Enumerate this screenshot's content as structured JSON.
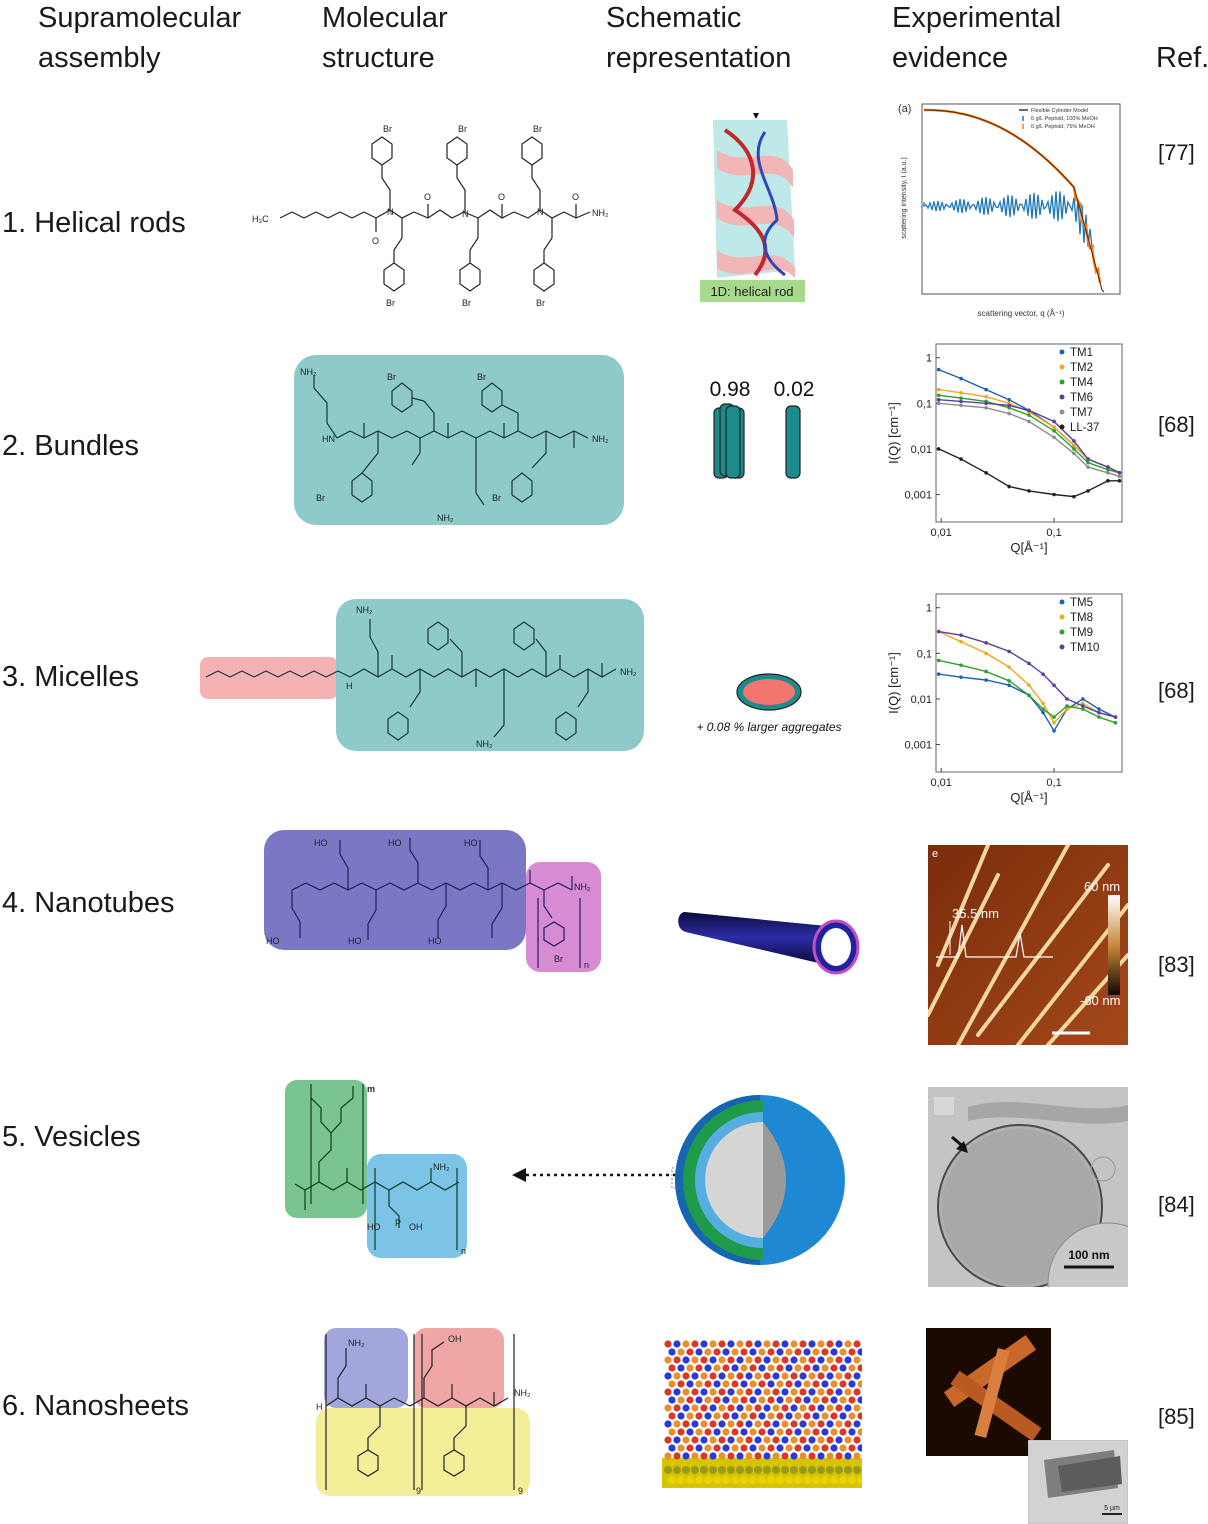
{
  "headers": {
    "assembly": [
      "Supramolecular",
      "assembly"
    ],
    "molecular": [
      "Molecular",
      "structure"
    ],
    "schematic": [
      "Schematic",
      "representation"
    ],
    "evidence": [
      "Experimental",
      "evidence"
    ],
    "ref": "Ref."
  },
  "rows": [
    {
      "label": "1. Helical rods",
      "ref": "[77]"
    },
    {
      "label": "2. Bundles",
      "ref": "[68]"
    },
    {
      "label": "3. Micelles",
      "ref": "[68]"
    },
    {
      "label": "4. Nanotubes",
      "ref": "[83]"
    },
    {
      "label": "5. Vesicles",
      "ref": "[84]"
    },
    {
      "label": "6. Nanosheets",
      "ref": "[85]"
    }
  ],
  "row1": {
    "schematic_caption": "1D: helical rod",
    "plot_tag": "(a)",
    "plot_ylabel": "scattering intensity, I (a.u.)",
    "plot_xlabel": "scattering vector, q (Å⁻¹)",
    "legend": [
      "Flexible Cylinder Model",
      "6 g/L Peptoid, 100% MeOH",
      "6 g/L Peptoid, 75% MeOH"
    ],
    "colors": {
      "model": "#5a2a12",
      "meoh100": "#1f77b4",
      "meoh75": "#ff7f0e"
    }
  },
  "row2": {
    "fraction_bundle": "0.98",
    "fraction_single": "0.02",
    "chart_data": {
      "type": "scatter",
      "xlabel": "Q[Å⁻¹]",
      "ylabel": "I(Q) [cm⁻¹]",
      "xticks": [
        "0,01",
        "0,1"
      ],
      "yticks": [
        "1",
        "0,1",
        "0,01",
        "0,001"
      ],
      "xscale": "log",
      "yscale": "log",
      "xlim": [
        0.009,
        0.4
      ],
      "ylim": [
        0.00025,
        2
      ],
      "series": [
        {
          "name": "TM1",
          "color": "#1f5fb4",
          "x": [
            0.0095,
            0.015,
            0.025,
            0.04,
            0.06,
            0.1,
            0.15,
            0.2,
            0.3,
            0.38
          ],
          "y": [
            0.55,
            0.35,
            0.2,
            0.12,
            0.07,
            0.03,
            0.012,
            0.006,
            0.004,
            0.003
          ]
        },
        {
          "name": "TM2",
          "color": "#f2a81d",
          "x": [
            0.0095,
            0.015,
            0.025,
            0.04,
            0.06,
            0.1,
            0.15,
            0.2,
            0.3,
            0.38
          ],
          "y": [
            0.2,
            0.17,
            0.14,
            0.1,
            0.065,
            0.03,
            0.012,
            0.006,
            0.004,
            0.003
          ]
        },
        {
          "name": "TM4",
          "color": "#2ca02c",
          "x": [
            0.0095,
            0.015,
            0.025,
            0.04,
            0.06,
            0.1,
            0.15,
            0.2,
            0.3,
            0.38
          ],
          "y": [
            0.15,
            0.13,
            0.11,
            0.08,
            0.055,
            0.025,
            0.01,
            0.005,
            0.0035,
            0.003
          ]
        },
        {
          "name": "TM6",
          "color": "#5a3f9e",
          "x": [
            0.0095,
            0.015,
            0.025,
            0.04,
            0.06,
            0.1,
            0.15,
            0.2,
            0.3,
            0.38
          ],
          "y": [
            0.12,
            0.11,
            0.1,
            0.09,
            0.07,
            0.04,
            0.015,
            0.006,
            0.004,
            0.003
          ]
        },
        {
          "name": "TM7",
          "color": "#8c8c8c",
          "x": [
            0.0095,
            0.015,
            0.025,
            0.04,
            0.06,
            0.1,
            0.15,
            0.2,
            0.3,
            0.38
          ],
          "y": [
            0.1,
            0.09,
            0.08,
            0.06,
            0.04,
            0.018,
            0.008,
            0.004,
            0.003,
            0.0025
          ]
        },
        {
          "name": "LL-37",
          "color": "#222222",
          "x": [
            0.0095,
            0.015,
            0.025,
            0.04,
            0.06,
            0.1,
            0.15,
            0.2,
            0.3,
            0.38
          ],
          "y": [
            0.01,
            0.006,
            0.003,
            0.0015,
            0.0012,
            0.001,
            0.0009,
            0.0012,
            0.002,
            0.002
          ]
        }
      ]
    }
  },
  "row3": {
    "aggregate_note": "+ 0.08 % larger aggregates",
    "chart_data": {
      "type": "scatter",
      "xlabel": "Q[Å⁻¹]",
      "ylabel": "I(Q) [cm⁻¹]",
      "xticks": [
        "0,01",
        "0,1"
      ],
      "yticks": [
        "1",
        "0,1",
        "0,01",
        "0,001"
      ],
      "xscale": "log",
      "yscale": "log",
      "xlim": [
        0.009,
        0.4
      ],
      "ylim": [
        0.00025,
        2
      ],
      "series": [
        {
          "name": "TM5",
          "color": "#1f5fb4",
          "x": [
            0.0095,
            0.015,
            0.025,
            0.04,
            0.06,
            0.08,
            0.1,
            0.13,
            0.18,
            0.25,
            0.35
          ],
          "y": [
            0.035,
            0.03,
            0.026,
            0.02,
            0.012,
            0.005,
            0.002,
            0.006,
            0.01,
            0.006,
            0.004
          ]
        },
        {
          "name": "TM8",
          "color": "#f2a81d",
          "x": [
            0.0095,
            0.015,
            0.025,
            0.04,
            0.06,
            0.08,
            0.1,
            0.13,
            0.18,
            0.25,
            0.35
          ],
          "y": [
            0.3,
            0.18,
            0.1,
            0.05,
            0.02,
            0.008,
            0.003,
            0.006,
            0.008,
            0.005,
            0.004
          ]
        },
        {
          "name": "TM9",
          "color": "#2ca02c",
          "x": [
            0.0095,
            0.015,
            0.025,
            0.04,
            0.06,
            0.08,
            0.1,
            0.13,
            0.18,
            0.25,
            0.35
          ],
          "y": [
            0.07,
            0.055,
            0.04,
            0.025,
            0.012,
            0.006,
            0.004,
            0.007,
            0.006,
            0.004,
            0.003
          ]
        },
        {
          "name": "TM10",
          "color": "#5a3f9e",
          "x": [
            0.0095,
            0.015,
            0.025,
            0.04,
            0.06,
            0.08,
            0.1,
            0.13,
            0.18,
            0.25,
            0.35
          ],
          "y": [
            0.3,
            0.25,
            0.17,
            0.11,
            0.06,
            0.035,
            0.02,
            0.01,
            0.007,
            0.005,
            0.004
          ]
        }
      ]
    }
  },
  "row4": {
    "afm_height_label": "35.5 nm",
    "afm_scale_top": "60 nm",
    "afm_scale_bottom": "-60 nm",
    "panel_tag": "e"
  },
  "row5": {
    "scalebar_label": "100 nm"
  },
  "row6": {
    "inset_scalebar": "5 µm"
  },
  "chem": {
    "br": "Br",
    "nh2": "NH₂",
    "n": "N",
    "o": "O",
    "h3c": "H₃C",
    "hn": "HN",
    "h": "H",
    "ho": "HO",
    "oh": "OH",
    "p": "P",
    "m": "m",
    "nsub": "n",
    "nine": "9"
  }
}
